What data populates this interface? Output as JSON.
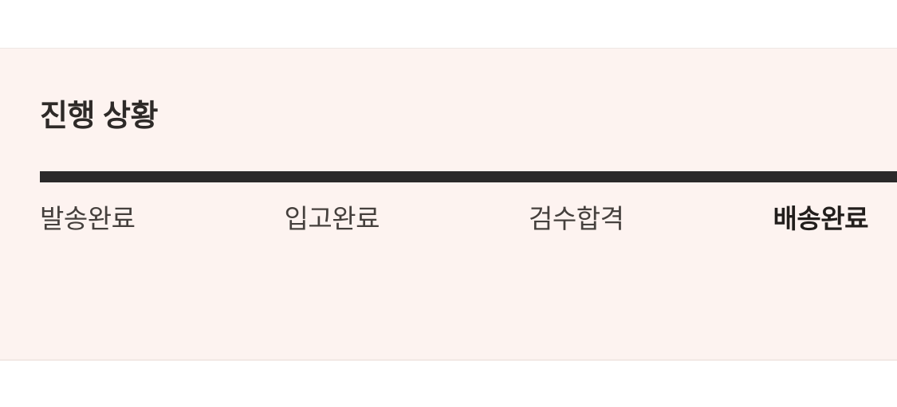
{
  "page": {
    "background_color": "#ffffff",
    "panel_background_color": "#fdf3f0"
  },
  "progress": {
    "title": "진행 상황",
    "bar_color": "#2a2a2a",
    "current_step": "배송완료",
    "steps": [
      {
        "label": "발송완료",
        "current": false
      },
      {
        "label": "입고완료",
        "current": false
      },
      {
        "label": "검수합격",
        "current": false
      },
      {
        "label": "배송완료",
        "current": true
      }
    ]
  }
}
